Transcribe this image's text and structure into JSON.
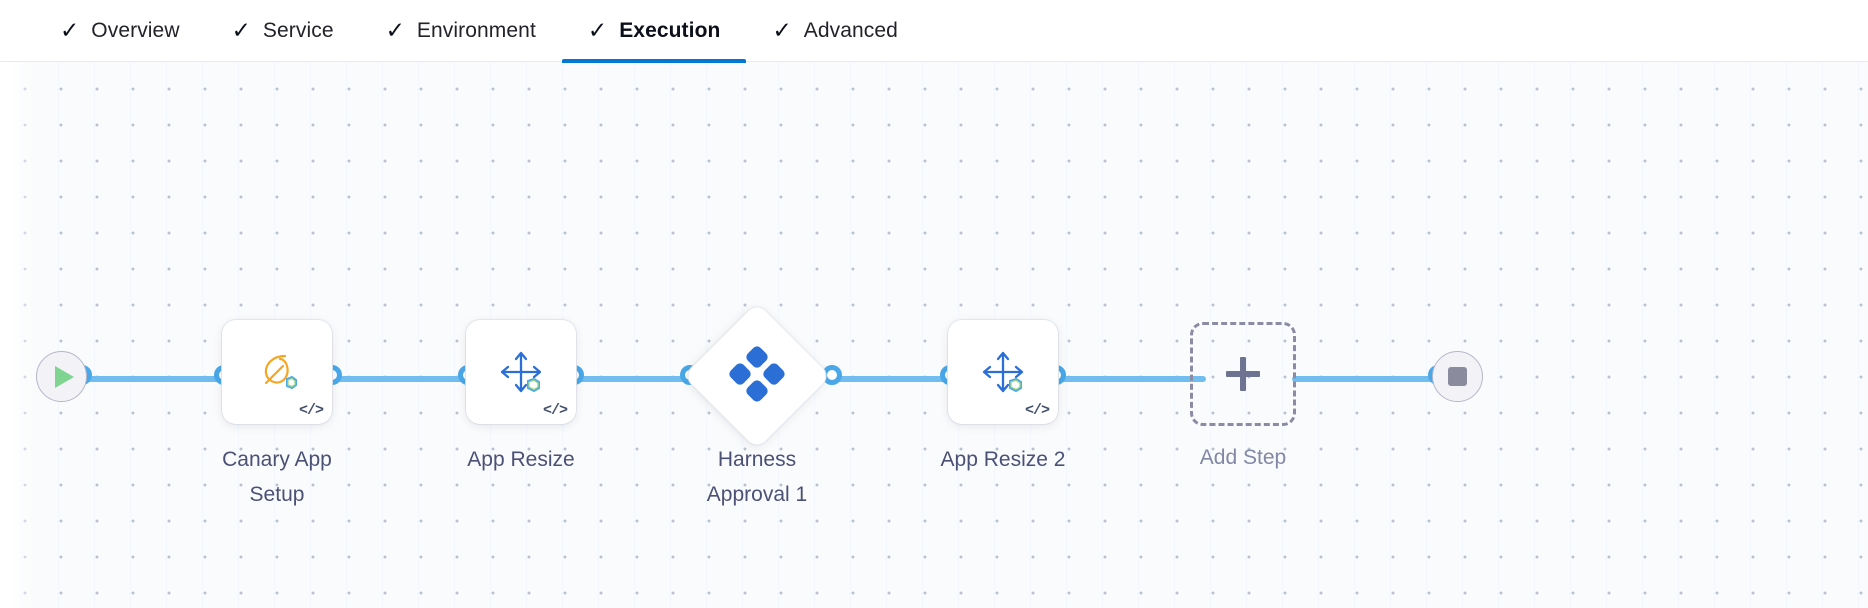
{
  "tabs": [
    {
      "label": "Overview",
      "icon": "check-icon",
      "checked": true,
      "active": false
    },
    {
      "label": "Service",
      "icon": "check-icon",
      "checked": true,
      "active": false
    },
    {
      "label": "Environment",
      "icon": "check-icon",
      "checked": true,
      "active": false
    },
    {
      "label": "Execution",
      "icon": "check-icon",
      "checked": true,
      "active": true
    },
    {
      "label": "Advanced",
      "icon": "check-icon",
      "checked": true,
      "active": false
    }
  ],
  "pipeline": {
    "start_node": {
      "icon": "play-icon",
      "name": "start-node"
    },
    "end_node": {
      "icon": "stop-icon",
      "name": "end-node"
    },
    "add_step": {
      "label": "Add Step",
      "icon": "plus-icon"
    },
    "steps": [
      {
        "label": "Canary App\nSetup",
        "icon": "canary-bird-icon",
        "shape": "rounded",
        "code_badge": "</>"
      },
      {
        "label": "App Resize",
        "icon": "resize-arrows-icon",
        "shape": "rounded",
        "code_badge": "</>"
      },
      {
        "label": "Harness\nApproval 1",
        "icon": "harness-logo-icon",
        "shape": "diamond",
        "code_badge": ""
      },
      {
        "label": "App Resize 2",
        "icon": "resize-arrows-icon",
        "shape": "rounded",
        "code_badge": "</>"
      }
    ]
  },
  "colors": {
    "active_tab_underline": "#0278d5",
    "connector": "#72bdf0",
    "connector_dot": "#4aa8e8",
    "harness_blue": "#2b6fd6",
    "resize_icon": "#2b6fd6",
    "canary_orange": "#f5a623",
    "play_green": "#80d492",
    "stop_gray": "#8b8b9e",
    "label_text": "#4b5175",
    "muted_text": "#8287a6"
  }
}
